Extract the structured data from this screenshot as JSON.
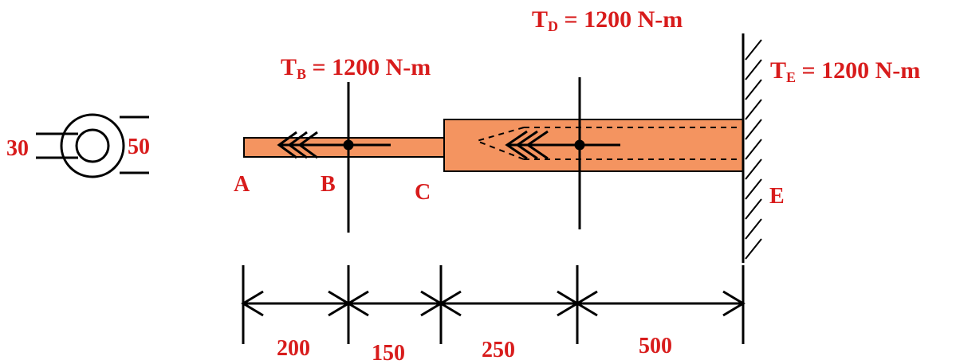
{
  "torques": {
    "b": {
      "main": "T",
      "sub": "B",
      "rest": " = 1200 N-m"
    },
    "d": {
      "main": "T",
      "sub": "D",
      "rest": " = 1200 N-m"
    },
    "e": {
      "main": "T",
      "sub": "E",
      "rest": " = 1200 N-m"
    }
  },
  "points": {
    "a": "A",
    "b": "B",
    "c": "C",
    "e": "E"
  },
  "cross_section": {
    "inner": "30",
    "outer": "50"
  },
  "dimensions": {
    "ab": "200",
    "bc": "150",
    "cd": "250",
    "de": "500"
  },
  "colors": {
    "shaft_fill": "#f49460",
    "label": "#d81c1c",
    "line": "#000000"
  }
}
